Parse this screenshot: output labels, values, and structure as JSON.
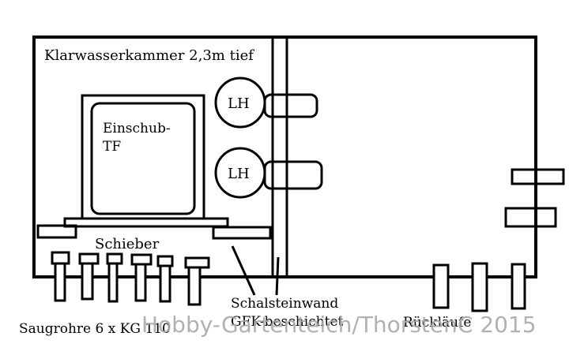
{
  "labels": {
    "chamber": "Klarwasserkammer 2,3m tief",
    "insert_line1": "Einschub-",
    "insert_line2": "TF",
    "lh_top": "LH",
    "lh_bottom": "LH",
    "slide": "Schieber",
    "wall_line1": "Schalsteinwand",
    "wall_line2": "GFK-beschichtet",
    "suction": "Saugrohre 6 x KG 110",
    "returns": "Rückläufe"
  },
  "watermark": "Hobby-Gartenteich/ThorstenC 2015",
  "colors": {
    "ink": "#000000",
    "watermark": "#a9a9a9",
    "background": "#ffffff"
  }
}
